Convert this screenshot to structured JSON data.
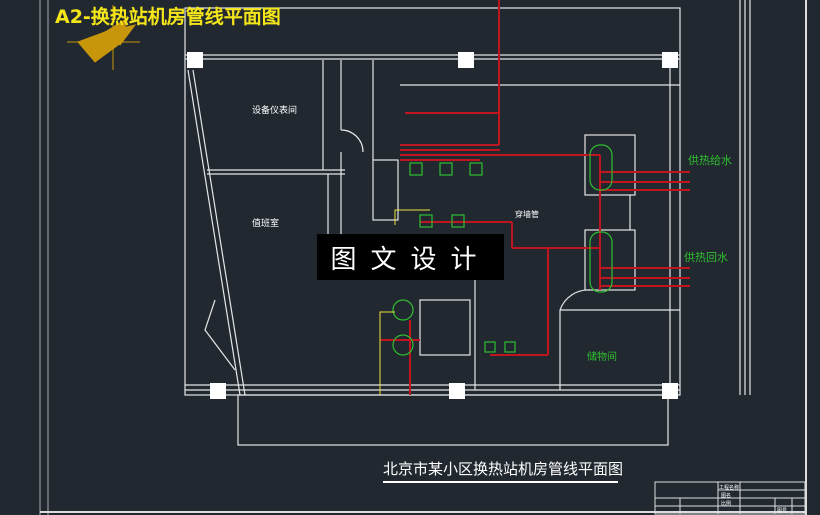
{
  "drawing": {
    "title": "A2-换热站机房管线平面图",
    "bottom_title": "北京市某小区换热站机房管线平面图",
    "watermark": "图文设计",
    "rooms": {
      "instrument_room": "设备仪表间",
      "duty_room": "值班室",
      "storage_room": "储物间",
      "pipe_label": "穿墙管"
    },
    "pipes": {
      "supply": "供热给水",
      "return": "供热回水"
    },
    "colors": {
      "background": "#212830",
      "wall": "#e6e6e6",
      "pipe": "#c0141e",
      "equipment": "#2fbf2f",
      "title": "#f5e61a",
      "compass": "#c8960a"
    }
  },
  "title_block": {
    "project_label": "工程名称",
    "drawing_label": "图名",
    "scale_label": "比例",
    "sheet_label": "图号"
  }
}
